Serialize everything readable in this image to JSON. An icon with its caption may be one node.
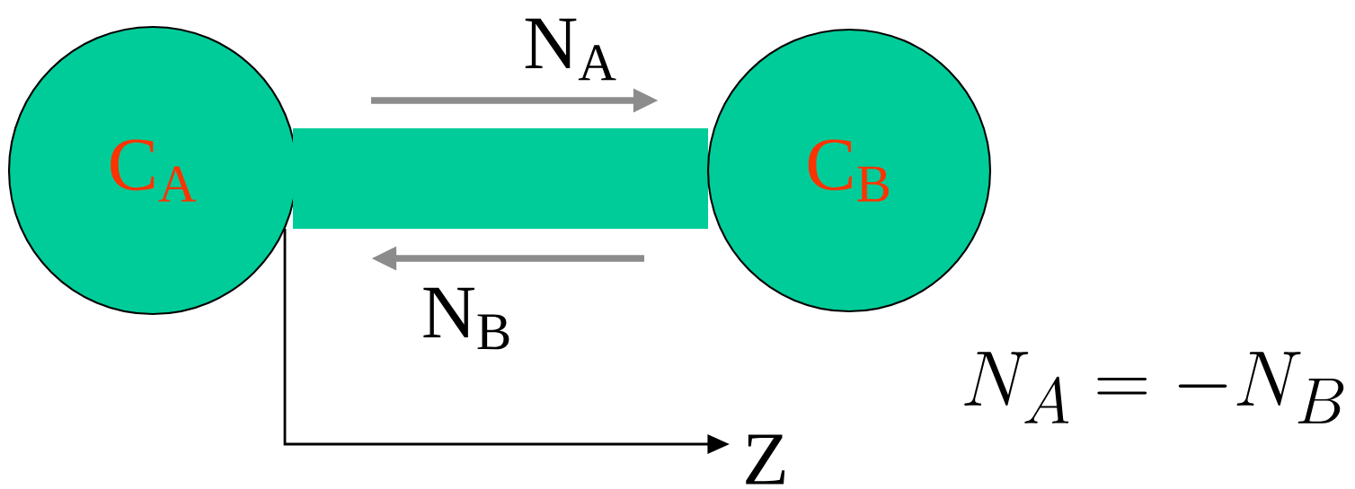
{
  "diagram": {
    "nodes": [
      {
        "text": [
          "C$_{A}$"
        ]
      },
      {
        "text": [],
        "shape": "bar"
      },
      {
        "text": [
          "C$_{B}$"
        ]
      }
    ],
    "labels": [
      "N$_{A}$",
      "N$_{B}$",
      "Z",
      "N_A=-N_B"
    ]
  }
}
